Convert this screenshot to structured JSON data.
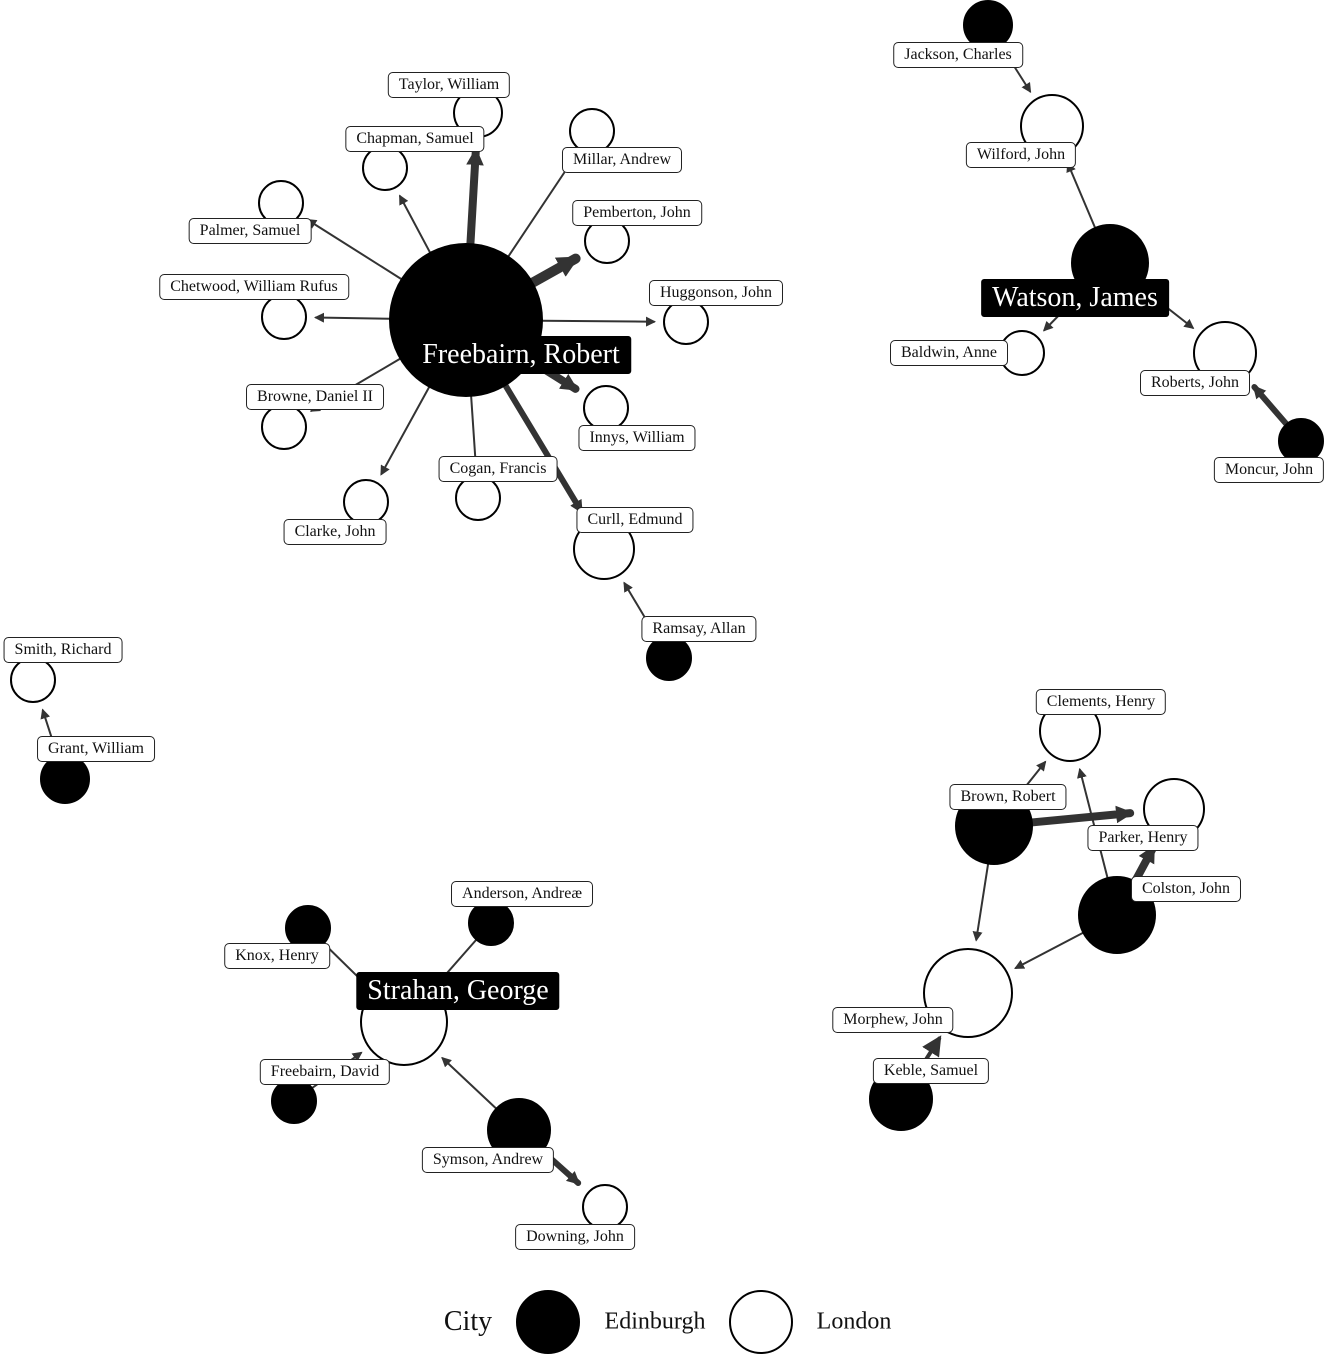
{
  "colors": {
    "Edinburgh": "#000000",
    "London": "#ffffff",
    "edge": "#333333"
  },
  "nodes": [
    {
      "id": "freebairn_robert",
      "name": "Freebairn, Robert",
      "city": "Edinburgh",
      "hub": true
    },
    {
      "id": "taylor",
      "name": "Taylor, William",
      "city": "London"
    },
    {
      "id": "chapman",
      "name": "Chapman, Samuel",
      "city": "London"
    },
    {
      "id": "millar",
      "name": "Millar, Andrew",
      "city": "London"
    },
    {
      "id": "pemberton",
      "name": "Pemberton, John",
      "city": "London"
    },
    {
      "id": "palmer",
      "name": "Palmer, Samuel",
      "city": "London"
    },
    {
      "id": "chetwood",
      "name": "Chetwood, William Rufus",
      "city": "London"
    },
    {
      "id": "huggonson",
      "name": "Huggonson, John",
      "city": "London"
    },
    {
      "id": "browne",
      "name": "Browne, Daniel II",
      "city": "London"
    },
    {
      "id": "innys",
      "name": "Innys, William",
      "city": "London"
    },
    {
      "id": "cogan",
      "name": "Cogan, Francis",
      "city": "London"
    },
    {
      "id": "clarke",
      "name": "Clarke, John",
      "city": "London"
    },
    {
      "id": "curll",
      "name": "Curll, Edmund",
      "city": "London"
    },
    {
      "id": "ramsay",
      "name": "Ramsay, Allan",
      "city": "Edinburgh"
    },
    {
      "id": "watson",
      "name": "Watson, James",
      "city": "Edinburgh",
      "hub": true
    },
    {
      "id": "jackson",
      "name": "Jackson, Charles",
      "city": "Edinburgh"
    },
    {
      "id": "wilford",
      "name": "Wilford, John",
      "city": "London"
    },
    {
      "id": "baldwin",
      "name": "Baldwin, Anne",
      "city": "London"
    },
    {
      "id": "roberts",
      "name": "Roberts, John",
      "city": "London"
    },
    {
      "id": "moncur",
      "name": "Moncur, John",
      "city": "Edinburgh"
    },
    {
      "id": "smith",
      "name": "Smith, Richard",
      "city": "London"
    },
    {
      "id": "grant",
      "name": "Grant, William",
      "city": "Edinburgh"
    },
    {
      "id": "strahan",
      "name": "Strahan, George",
      "city": "London",
      "hub": true
    },
    {
      "id": "knox",
      "name": "Knox, Henry",
      "city": "Edinburgh"
    },
    {
      "id": "anderson",
      "name": "Anderson, Andreæ",
      "city": "Edinburgh"
    },
    {
      "id": "freebairn_david",
      "name": "Freebairn, David",
      "city": "Edinburgh"
    },
    {
      "id": "symson",
      "name": "Symson, Andrew",
      "city": "Edinburgh"
    },
    {
      "id": "downing",
      "name": "Downing, John",
      "city": "London"
    },
    {
      "id": "clements",
      "name": "Clements, Henry",
      "city": "London"
    },
    {
      "id": "brown",
      "name": "Brown, Robert",
      "city": "Edinburgh"
    },
    {
      "id": "parker",
      "name": "Parker, Henry",
      "city": "London"
    },
    {
      "id": "colston",
      "name": "Colston, John",
      "city": "Edinburgh"
    },
    {
      "id": "morphew",
      "name": "Morphew, John",
      "city": "London"
    },
    {
      "id": "keble",
      "name": "Keble, Samuel",
      "city": "Edinburgh"
    }
  ],
  "edges": [
    {
      "from": "freebairn_robert",
      "to": "taylor",
      "weight": 4
    },
    {
      "from": "freebairn_robert",
      "to": "chapman",
      "weight": 1
    },
    {
      "from": "freebairn_robert",
      "to": "millar",
      "weight": 1
    },
    {
      "from": "freebairn_robert",
      "to": "pemberton",
      "weight": 5
    },
    {
      "from": "freebairn_robert",
      "to": "palmer",
      "weight": 1
    },
    {
      "from": "freebairn_robert",
      "to": "chetwood",
      "weight": 1
    },
    {
      "from": "freebairn_robert",
      "to": "huggonson",
      "weight": 1
    },
    {
      "from": "freebairn_robert",
      "to": "browne",
      "weight": 1
    },
    {
      "from": "freebairn_robert",
      "to": "innys",
      "weight": 4
    },
    {
      "from": "freebairn_robert",
      "to": "cogan",
      "weight": 1
    },
    {
      "from": "freebairn_robert",
      "to": "clarke",
      "weight": 1
    },
    {
      "from": "freebairn_robert",
      "to": "curll",
      "weight": 3
    },
    {
      "from": "ramsay",
      "to": "curll",
      "weight": 1
    },
    {
      "from": "jackson",
      "to": "wilford",
      "weight": 1
    },
    {
      "from": "watson",
      "to": "wilford",
      "weight": 1
    },
    {
      "from": "watson",
      "to": "baldwin",
      "weight": 1
    },
    {
      "from": "watson",
      "to": "roberts",
      "weight": 1
    },
    {
      "from": "moncur",
      "to": "roberts",
      "weight": 3
    },
    {
      "from": "grant",
      "to": "smith",
      "weight": 1
    },
    {
      "from": "knox",
      "to": "strahan",
      "weight": 1
    },
    {
      "from": "anderson",
      "to": "strahan",
      "weight": 1
    },
    {
      "from": "freebairn_david",
      "to": "strahan",
      "weight": 1
    },
    {
      "from": "symson",
      "to": "strahan",
      "weight": 1
    },
    {
      "from": "symson",
      "to": "downing",
      "weight": 3
    },
    {
      "from": "brown",
      "to": "clements",
      "weight": 1
    },
    {
      "from": "brown",
      "to": "parker",
      "weight": 4
    },
    {
      "from": "brown",
      "to": "morphew",
      "weight": 1
    },
    {
      "from": "colston",
      "to": "clements",
      "weight": 1
    },
    {
      "from": "colston",
      "to": "parker",
      "weight": 4
    },
    {
      "from": "colston",
      "to": "morphew",
      "weight": 1
    },
    {
      "from": "keble",
      "to": "morphew",
      "weight": 2
    }
  ],
  "legend": {
    "title": "City",
    "items": [
      {
        "label": "Edinburgh",
        "city": "Edinburgh"
      },
      {
        "label": "London",
        "city": "London"
      }
    ]
  }
}
